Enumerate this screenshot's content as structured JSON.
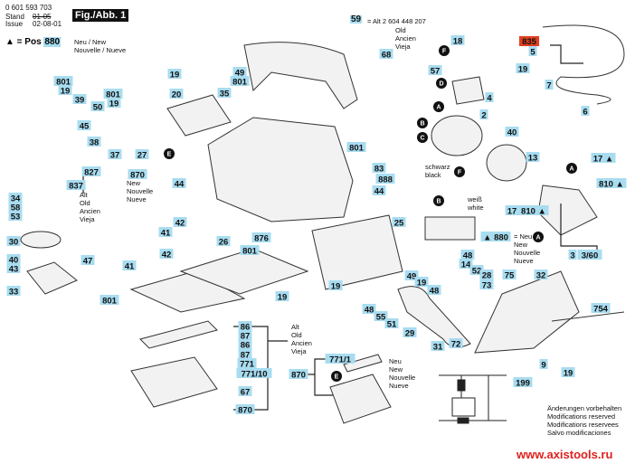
{
  "header": {
    "doc_number": "0 601 593 703",
    "stand_label": "Stand",
    "issue_label": "Issue",
    "old_date": "01-05",
    "issue_date": "02-08-01",
    "figure": "Fig./Abb. 1"
  },
  "legend": {
    "symbol": "▲ = Pos",
    "pos": "880",
    "new_line1": "Neu / New",
    "new_line2": "Nouvelle / Nueve"
  },
  "alt_note": {
    "pos": "59",
    "text": "= Alt 2 604 448 207",
    "lines": [
      "Old",
      "Ancien",
      "Vieja"
    ]
  },
  "wire_labels": {
    "schwarz": "schwarz",
    "black": "black",
    "weiss": "weiß",
    "white": "white"
  },
  "group_notes": {
    "new_a": [
      "New",
      "Nouvelle",
      "Nueve"
    ],
    "alt_a": [
      "Alt",
      "Old",
      "Ancien",
      "Vieja"
    ],
    "new_880": [
      "= Neu",
      "New",
      "Nouvelle",
      "Nueve"
    ],
    "alt_b": [
      "Alt",
      "Old",
      "Ancien",
      "Vieja"
    ],
    "new_b": [
      "Neu",
      "New",
      "Nouvelle",
      "Nueve"
    ]
  },
  "highlight": {
    "label": "835",
    "color": "#e0401e"
  },
  "label_color": "#a8dcf0",
  "labels": [
    "19",
    "49",
    "801",
    "20",
    "35",
    "801",
    "19",
    "39",
    "50",
    "801",
    "19",
    "45",
    "38",
    "37",
    "27",
    "870",
    "827",
    "837",
    "34",
    "58",
    "53",
    "30",
    "40",
    "47",
    "43",
    "33",
    "44",
    "41",
    "42",
    "42",
    "41",
    "26",
    "876",
    "801",
    "19",
    "801",
    "801",
    "83",
    "888",
    "44",
    "25",
    "68",
    "18",
    "57",
    "4",
    "2",
    "5",
    "19",
    "7",
    "6",
    "40",
    "13",
    "17 ▲",
    "810 ▲",
    "17",
    "810 ▲",
    "▲ 880",
    "3/60",
    "3",
    "48",
    "14",
    "52",
    "28",
    "73",
    "75",
    "32",
    "19",
    "48",
    "55",
    "51",
    "49",
    "19",
    "48",
    "29",
    "31",
    "72",
    "754",
    "9",
    "19",
    "199",
    "86",
    "87",
    "86",
    "87",
    "771",
    "771/10",
    "67",
    "870",
    "771/1",
    "870"
  ],
  "circle_letters": [
    "A",
    "B",
    "C",
    "D",
    "F",
    "E",
    "B",
    "F",
    "A",
    "A",
    "E"
  ],
  "footer": {
    "notes": [
      "Änderungen vorbehalten",
      "Modifications reserved",
      "Modifications reservees",
      "Salvo modificaciones"
    ],
    "url": "www.axistools.ru"
  }
}
